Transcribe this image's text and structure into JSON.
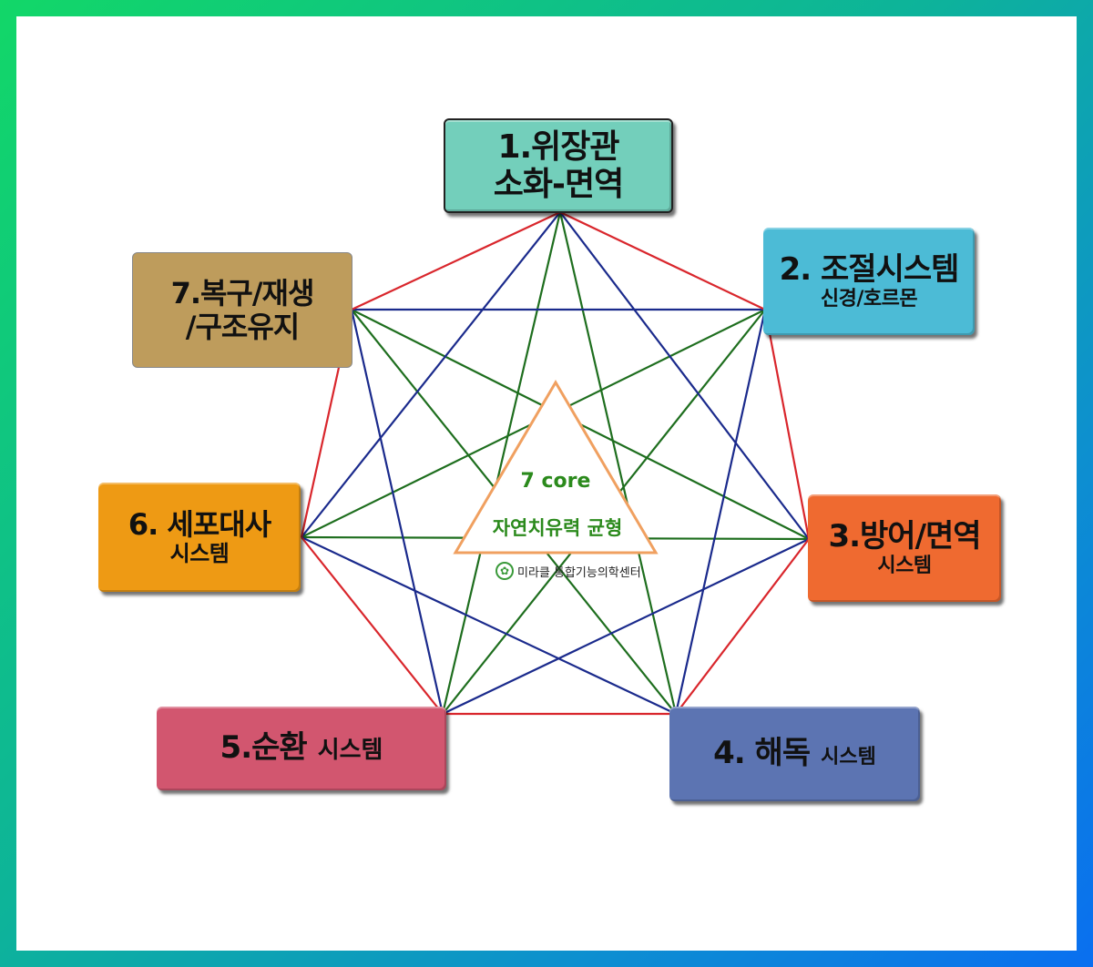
{
  "nodes": [
    {
      "id": "1",
      "line1": "1.위장관",
      "line2": "소화-면역",
      "color": "#73cfbb"
    },
    {
      "id": "2",
      "line1": "2. 조절시스템",
      "line2": "신경/호르몬",
      "color": "#4cbbd6"
    },
    {
      "id": "3",
      "line1": "3.방어/면역",
      "line2": "시스템",
      "color": "#ef6a30"
    },
    {
      "id": "4",
      "main": "4. 해독",
      "sub": "시스템",
      "color": "#5c74b2"
    },
    {
      "id": "5",
      "main": "5.순환",
      "sub": "시스템",
      "color": "#d2566f"
    },
    {
      "id": "6",
      "line1": "6. 세포대사",
      "line2": "시스템",
      "color": "#ee9a14"
    },
    {
      "id": "7",
      "line1": "7.복구/재생",
      "line2": "/구조유지",
      "color": "#be9c5c"
    }
  ],
  "center": {
    "title": "7 core",
    "subtitle": "자연치유력 균형",
    "logo_text": "미라클 통합기능의학센터",
    "triangle_color": "#f0a060",
    "text_color": "#2b8a1c"
  },
  "line_colors": {
    "perimeter": "#d9262c",
    "skip_two": "#1a2a8c",
    "skip_three": "#1e6e1e"
  }
}
